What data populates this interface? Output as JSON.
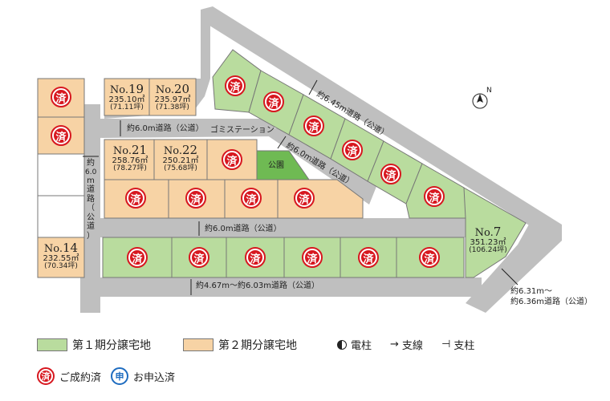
{
  "colors": {
    "phase1": "#b9dc9e",
    "phase2": "#f7d3a5",
    "park": "#6fba53",
    "road": "#bfbfbf",
    "sold": "#d7171f",
    "applied": "#1e6cc0"
  },
  "lots": {
    "no19": {
      "prefix": "No.",
      "num": "19",
      "area": "235.10㎡",
      "tsubo": "(71.11坪)"
    },
    "no20": {
      "prefix": "No.",
      "num": "20",
      "area": "235.97㎡",
      "tsubo": "(71.38坪)"
    },
    "no21": {
      "prefix": "No.",
      "num": "21",
      "area": "258.76㎡",
      "tsubo": "(78.27坪)"
    },
    "no22": {
      "prefix": "No.",
      "num": "22",
      "area": "250.21㎡",
      "tsubo": "(75.68坪)"
    },
    "no14": {
      "prefix": "No.",
      "num": "14",
      "area": "232.55㎡",
      "tsubo": "(70.34坪)"
    },
    "no7": {
      "prefix": "No.",
      "num": "7",
      "area": "351.23㎡",
      "tsubo": "(106.24坪)"
    }
  },
  "sold_glyph": "済",
  "labels": {
    "road_6_0_upper": "約6.0m道路（公道）",
    "garbage_station": "ゴミステーション",
    "road_6_0_diag": "約6.0m道路（公道）",
    "road_6_45": "約6.45m道路（公道）",
    "park": "公園",
    "road_6_0_mid": "約6.0m道路（公道）",
    "road_bottom": "約4.67m～約6.03m道路（公道）",
    "road_right_1": "約6.31m～",
    "road_right_2": "約6.36m道路（公道）",
    "road_left_v": [
      "約",
      "6.0",
      "m",
      "道",
      "路",
      "（",
      "公",
      "道",
      "）"
    ],
    "north": "N"
  },
  "legend": {
    "phase1": "第１期分譲宅地",
    "phase2": "第２期分譲宅地",
    "pole": "電柱",
    "stay_wire": "支線",
    "stay_pole": "支柱",
    "sold": "ご成約済",
    "applied": "お申込済",
    "applied_glyph": "申"
  }
}
